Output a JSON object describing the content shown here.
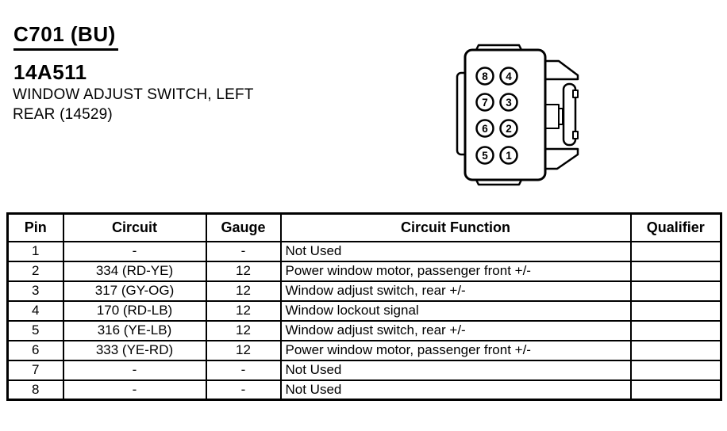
{
  "page": {
    "connector_id": "C701 (BU)",
    "part_number": "14A511",
    "description_line1": "WINDOW ADJUST SWITCH, LEFT",
    "description_line2": "REAR (14529)",
    "colors": {
      "ink": "#000000",
      "paper": "#ffffff"
    }
  },
  "connector": {
    "pin_rows": "2 columns x 4 rows, viewed from mating face",
    "pins": [
      "8",
      "4",
      "7",
      "3",
      "6",
      "2",
      "5",
      "1"
    ]
  },
  "table": {
    "headers": {
      "pin": "Pin",
      "circuit": "Circuit",
      "gauge": "Gauge",
      "function": "Circuit Function",
      "qualifier": "Qualifier"
    },
    "rows": [
      {
        "pin": "1",
        "circuit": "-",
        "gauge": "-",
        "function": "Not Used",
        "qualifier": ""
      },
      {
        "pin": "2",
        "circuit": "334 (RD-YE)",
        "gauge": "12",
        "function": "Power window motor, passenger front +/-",
        "qualifier": ""
      },
      {
        "pin": "3",
        "circuit": "317 (GY-OG)",
        "gauge": "12",
        "function": "Window adjust switch, rear +/-",
        "qualifier": ""
      },
      {
        "pin": "4",
        "circuit": "170 (RD-LB)",
        "gauge": "12",
        "function": "Window lockout signal",
        "qualifier": ""
      },
      {
        "pin": "5",
        "circuit": "316 (YE-LB)",
        "gauge": "12",
        "function": "Window adjust switch, rear +/-",
        "qualifier": ""
      },
      {
        "pin": "6",
        "circuit": "333 (YE-RD)",
        "gauge": "12",
        "function": "Power window motor, passenger front +/-",
        "qualifier": ""
      },
      {
        "pin": "7",
        "circuit": "-",
        "gauge": "-",
        "function": "Not Used",
        "qualifier": ""
      },
      {
        "pin": "8",
        "circuit": "-",
        "gauge": "-",
        "function": "Not Used",
        "qualifier": ""
      }
    ]
  }
}
